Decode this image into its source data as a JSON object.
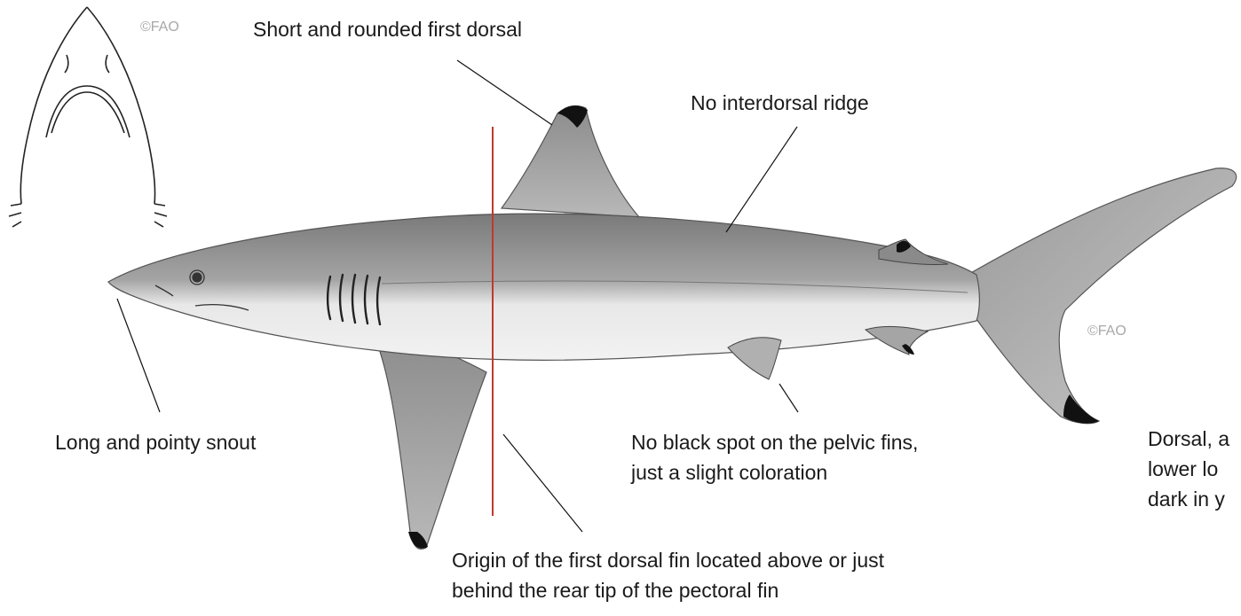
{
  "copyright_top": "©FAO",
  "copyright_body": "©FAO",
  "annotations": {
    "first_dorsal": "Short and rounded first dorsal",
    "interdorsal": "No interdorsal ridge",
    "snout": "Long and pointy snout",
    "pelvic_line1": "No black spot on the pelvic fins,",
    "pelvic_line2": "just a slight coloration",
    "origin_line1": "Origin of the first dorsal fin located above or just",
    "origin_line2": "behind the rear tip of the pectoral fin",
    "tail_line1": "Dorsal, a",
    "tail_line2": "lower lo",
    "tail_line3": "dark in y"
  },
  "colors": {
    "marker_line": "#c0392b",
    "text": "#1a1a1a",
    "shark_dark": "#6e6e6e",
    "shark_mid": "#9a9a9a",
    "shark_light": "#e6e6e6",
    "fin_tip": "#111111"
  }
}
